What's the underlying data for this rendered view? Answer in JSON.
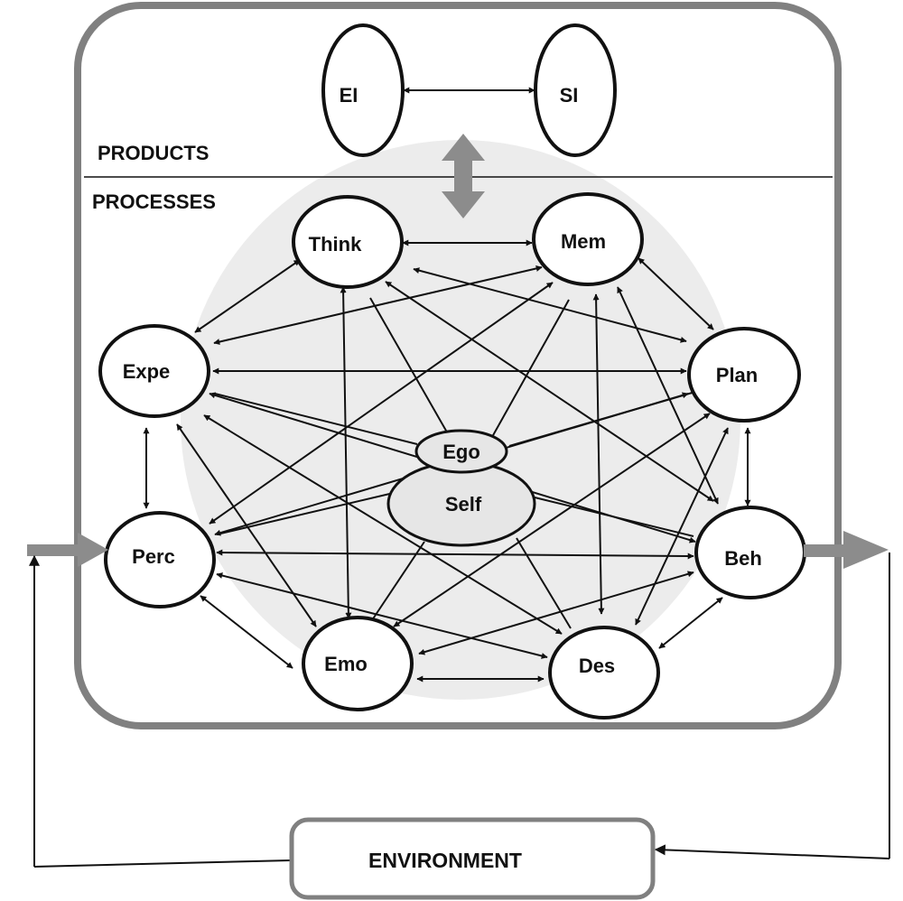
{
  "sections": {
    "products": "PRODUCTS",
    "processes": "PROCESSES"
  },
  "products": {
    "ei": "EI",
    "si": "SI"
  },
  "processes": {
    "think": "Think",
    "mem": "Mem",
    "expe": "Expe",
    "plan": "Plan",
    "perc": "Perc",
    "beh": "Beh",
    "emo": "Emo",
    "des": "Des"
  },
  "core": {
    "ego": "Ego",
    "self": "Self"
  },
  "environment": "ENVIRONMENT",
  "colors": {
    "frame": "#808080",
    "inner_disc": "#ececec",
    "ink": "#111111",
    "core_fill": "#e6e6e6"
  }
}
